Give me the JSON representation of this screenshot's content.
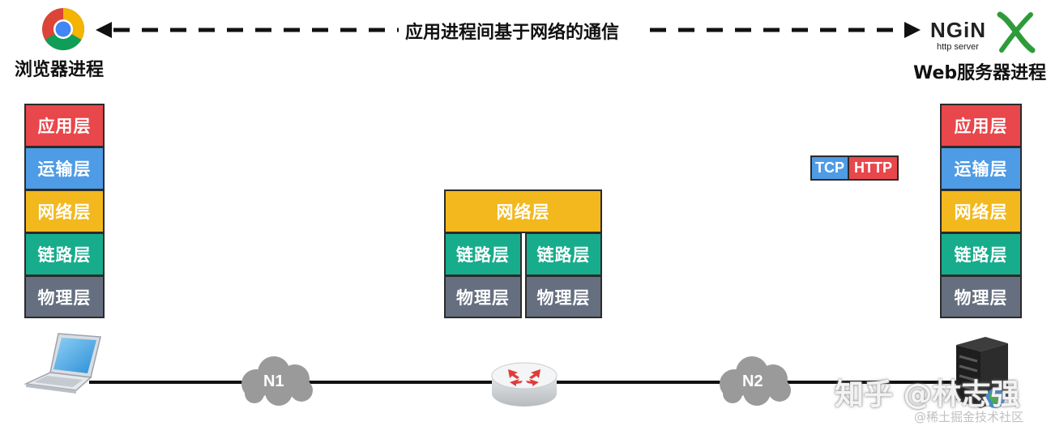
{
  "top": {
    "browser_label": "浏览器进程",
    "server_label": "Web服务器进程",
    "comm_label": "应用进程间基于网络的通信",
    "nginx_logo_text": "NGiN",
    "nginx_logo_sub": "http server"
  },
  "stacks": {
    "client": [
      "应用层",
      "运输层",
      "网络层",
      "链路层",
      "物理层"
    ],
    "server": [
      "应用层",
      "运输层",
      "网络层",
      "链路层",
      "物理层"
    ],
    "router": {
      "network": "网络层",
      "link_left": "链路层",
      "link_right": "链路层",
      "phys_left": "物理层",
      "phys_right": "物理层"
    }
  },
  "packet": {
    "tcp": "TCP",
    "http": "HTTP"
  },
  "networks": {
    "n1": "N1",
    "n2": "N2"
  },
  "watermark": {
    "main": "知乎 @林志强",
    "sub": "@稀土掘金技术社区"
  },
  "colors": {
    "app": "#e8474b",
    "transport": "#4e9be6",
    "network": "#f2b81e",
    "link": "#17ac8c",
    "physical": "#666f7f",
    "cloud": "#9a9a9a"
  }
}
